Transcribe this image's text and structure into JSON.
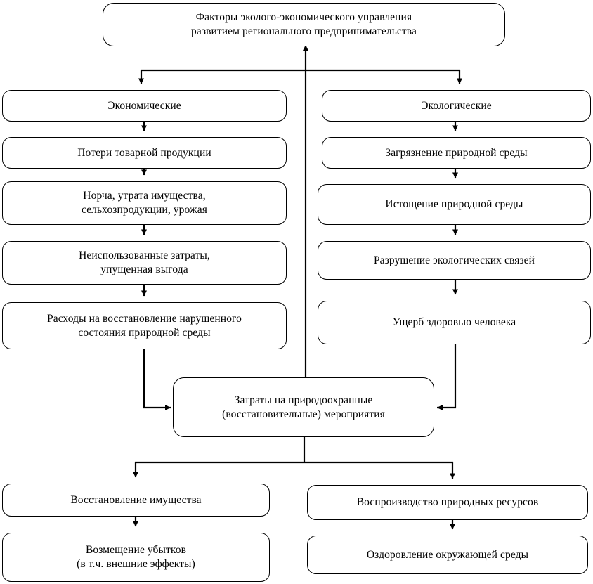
{
  "diagram": {
    "type": "flowchart",
    "language": "ru",
    "background_color": "#ffffff",
    "line_color": "#000000",
    "box_border_color": "#000000",
    "title_node": {
      "id": "factors",
      "label": "Факторы эколого-экономического управления\nразвитием регионального предпринимательства"
    },
    "branches": {
      "economic": {
        "header": "Экономические",
        "items": [
          "Потери товарной продукции",
          "Норча, утрата имущества,\nсельхозпродукции, урожая",
          "Неиспользованные затраты,\nупущенная выгода",
          "Расходы на восстановление нарушенного\nсостояния природной среды"
        ]
      },
      "ecological": {
        "header": "Экологические",
        "items": [
          "Загрязнение природной среды",
          "Истощение природной среды",
          "Разрушение экологических связей",
          "Ущерб здоровью человека"
        ]
      }
    },
    "center_node": {
      "id": "costs",
      "label": "Затраты на природоохранные\n(восстановительные) мероприятия"
    },
    "outcomes": {
      "left": [
        "Восстановление имущества",
        "Возмещение убытков\n(в т.ч. внешние эффекты)"
      ],
      "right": [
        "Воспроизводство природных ресурсов",
        "Оздоровление окружающей среды"
      ]
    }
  }
}
